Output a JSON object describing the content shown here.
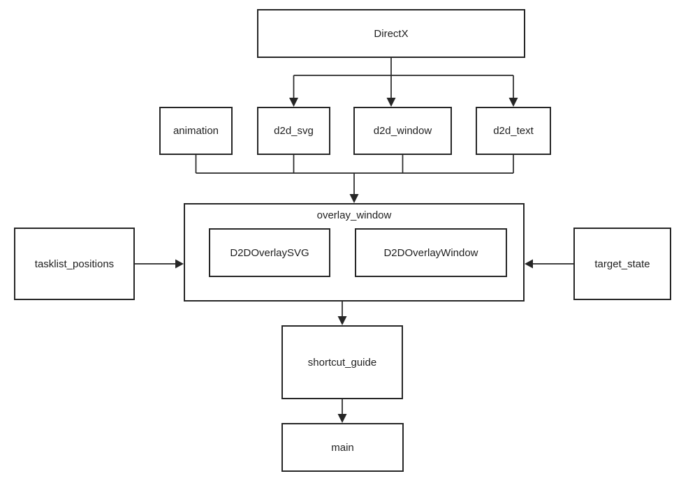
{
  "diagram": {
    "title": "module dependency diagram",
    "colors": {
      "background": "#ffffff",
      "line": "#262626",
      "text": "#1f1f1f",
      "node_fill": "#ffffff"
    },
    "nodes": {
      "directx": {
        "label": "DirectX"
      },
      "animation": {
        "label": "animation"
      },
      "d2d_svg": {
        "label": "d2d_svg"
      },
      "d2d_window": {
        "label": "d2d_window"
      },
      "d2d_text": {
        "label": "d2d_text"
      },
      "overlay_window": {
        "label": "overlay_window"
      },
      "d2d_overlay_svg": {
        "label": "D2DOverlaySVG"
      },
      "d2d_overlay_window": {
        "label": "D2DOverlayWindow"
      },
      "tasklist_positions": {
        "label": "tasklist_positions"
      },
      "target_state": {
        "label": "target_state"
      },
      "shortcut_guide": {
        "label": "shortcut_guide"
      },
      "main": {
        "label": "main"
      }
    },
    "edges": [
      {
        "from": "DirectX",
        "to": "d2d_svg"
      },
      {
        "from": "DirectX",
        "to": "d2d_window"
      },
      {
        "from": "DirectX",
        "to": "d2d_text"
      },
      {
        "from": "animation",
        "to": "overlay_window"
      },
      {
        "from": "d2d_svg",
        "to": "overlay_window"
      },
      {
        "from": "d2d_window",
        "to": "overlay_window"
      },
      {
        "from": "d2d_text",
        "to": "overlay_window"
      },
      {
        "from": "tasklist_positions",
        "to": "overlay_window"
      },
      {
        "from": "target_state",
        "to": "overlay_window"
      },
      {
        "from": "overlay_window",
        "to": "shortcut_guide"
      },
      {
        "from": "shortcut_guide",
        "to": "main"
      }
    ]
  }
}
